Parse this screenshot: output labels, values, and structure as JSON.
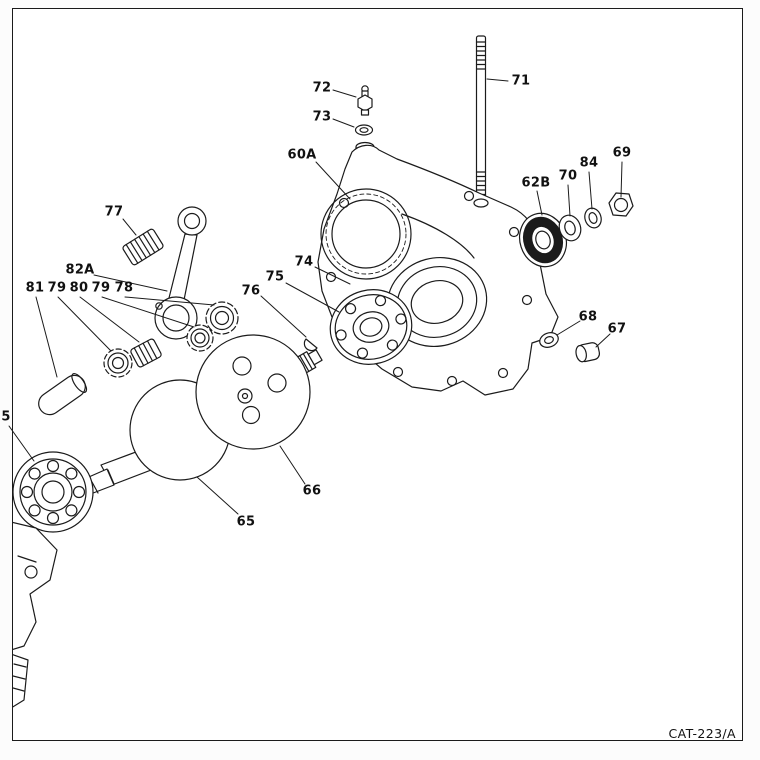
{
  "figure": {
    "type": "exploded-parts-diagram",
    "code": "CAT-223/A"
  },
  "labels": {
    "p71": "71",
    "p72": "72",
    "p73": "73",
    "p60A": "60A",
    "p74": "74",
    "p75": "75",
    "p76": "76",
    "p77": "77",
    "p78": "78",
    "p79a": "79",
    "p79b": "79",
    "p80": "80",
    "p81": "81",
    "p82A": "82A",
    "p62B": "62B",
    "p70": "70",
    "p84": "84",
    "p69": "69",
    "p68": "68",
    "p67": "67",
    "p66": "66",
    "p65": "65",
    "p5": "5"
  }
}
